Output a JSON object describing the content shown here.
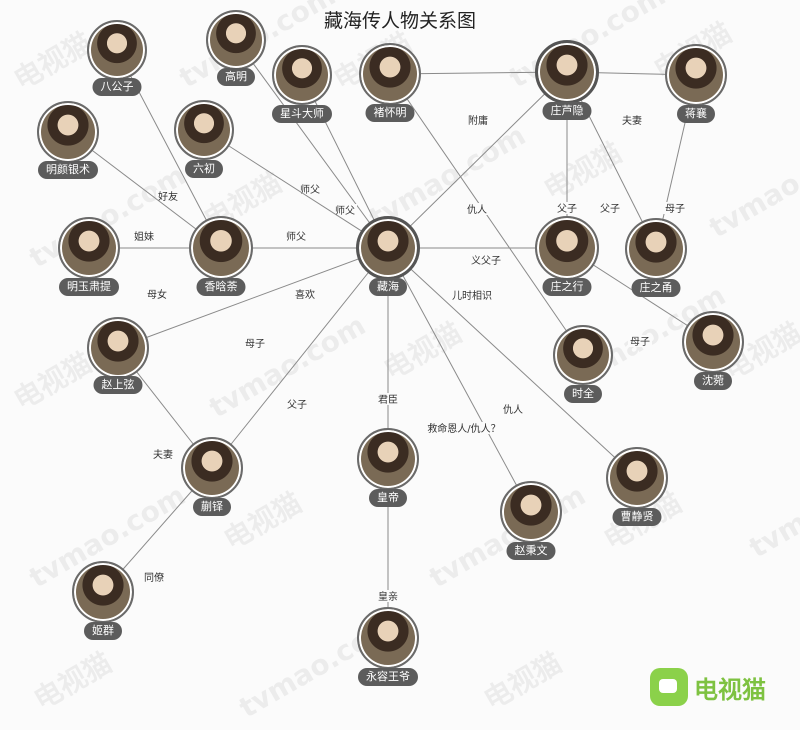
{
  "title": "藏海传人物关系图",
  "logo_text": "电视猫",
  "watermark_main": "电视猫",
  "watermark_sub": "tvmao.com",
  "nodes": [
    {
      "id": "bagongzi",
      "name": "八公子"
    },
    {
      "id": "gaoming",
      "name": "高明"
    },
    {
      "id": "xingdou",
      "name": "星斗大师"
    },
    {
      "id": "chuhuaiming",
      "name": "褚怀明"
    },
    {
      "id": "zhuangluyin",
      "name": "庄芦隐"
    },
    {
      "id": "jiangxiang",
      "name": "蒋襄"
    },
    {
      "id": "mingyan",
      "name": "明颜银术"
    },
    {
      "id": "liuchu",
      "name": "六初"
    },
    {
      "id": "mingyu",
      "name": "明玉肃提"
    },
    {
      "id": "xiangwancha",
      "name": "香晗荼"
    },
    {
      "id": "canghai",
      "name": "藏海"
    },
    {
      "id": "zhuangzhixing",
      "name": "庄之行"
    },
    {
      "id": "zhuangzhiyong",
      "name": "庄之甬"
    },
    {
      "id": "zhaoshangxian",
      "name": "赵上弦"
    },
    {
      "id": "shiquan",
      "name": "时全"
    },
    {
      "id": "shenwan",
      "name": "沈菀"
    },
    {
      "id": "huangdi",
      "name": "皇帝"
    },
    {
      "id": "kuaiyi",
      "name": "蒯铎"
    },
    {
      "id": "zhaobingwen",
      "name": "赵秉文"
    },
    {
      "id": "caojingxian",
      "name": "曹静贤"
    },
    {
      "id": "jiqun",
      "name": "姬群"
    },
    {
      "id": "yongrong",
      "name": "永容王爷"
    }
  ],
  "edges": [
    {
      "from": "bagongzi",
      "to": "xiangwancha",
      "label": "好友"
    },
    {
      "from": "mingyan",
      "to": "xiangwancha",
      "label": "姐妹"
    },
    {
      "from": "mingyu",
      "to": "xiangwancha",
      "label": "母女"
    },
    {
      "from": "xiangwancha",
      "to": "canghai",
      "label": "喜欢"
    },
    {
      "from": "gaoming",
      "to": "canghai",
      "label": "师父"
    },
    {
      "from": "xingdou",
      "to": "canghai",
      "label": "师父"
    },
    {
      "from": "liuchu",
      "to": "canghai",
      "label": "师父"
    },
    {
      "from": "chuhuaiming",
      "to": "zhuangluyin",
      "label": "附庸"
    },
    {
      "from": "chuhuaiming",
      "to": "shiquan",
      "label": "义父子"
    },
    {
      "from": "zhuangluyin",
      "to": "jiangxiang",
      "label": "夫妻"
    },
    {
      "from": "zhuangluyin",
      "to": "canghai",
      "label": "仇人"
    },
    {
      "from": "zhuangluyin",
      "to": "zhuangzhixing",
      "label": "父子"
    },
    {
      "from": "zhuangluyin",
      "to": "zhuangzhiyong",
      "label": "父子"
    },
    {
      "from": "jiangxiang",
      "to": "zhuangzhiyong",
      "label": "母子"
    },
    {
      "from": "canghai",
      "to": "zhuangzhixing",
      "label": "儿时相识"
    },
    {
      "from": "zhuangzhixing",
      "to": "shenwan",
      "label": "母子"
    },
    {
      "from": "canghai",
      "to": "zhaoshangxian",
      "label": "母子"
    },
    {
      "from": "zhaoshangxian",
      "to": "kuaiyi",
      "label": "夫妻"
    },
    {
      "from": "canghai",
      "to": "kuaiyi",
      "label": "父子"
    },
    {
      "from": "canghai",
      "to": "huangdi",
      "label": "君臣"
    },
    {
      "from": "canghai",
      "to": "zhaobingwen",
      "label": "救命恩人/仇人？"
    },
    {
      "from": "canghai",
      "to": "caojingxian",
      "label": "仇人"
    },
    {
      "from": "kuaiyi",
      "to": "jiqun",
      "label": "同僚"
    },
    {
      "from": "huangdi",
      "to": "yongrong",
      "label": "皇亲"
    }
  ]
}
